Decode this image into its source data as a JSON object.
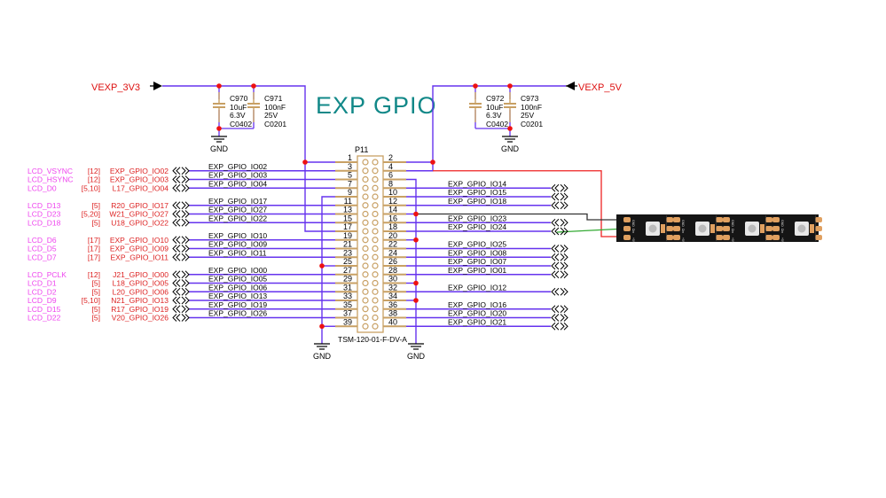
{
  "title": "EXP GPIO",
  "colors": {
    "wire": "#6633ee",
    "pin": "#c8a064",
    "junction": "#ee1111",
    "power_label": "#dd1111",
    "net_label": "#dd2222",
    "lcd_label": "#ee44ee",
    "title": "#118888",
    "red_wire": "#ee2222",
    "black_wire": "#333333",
    "green_wire": "#33aa33",
    "strip": "#151515",
    "pad": "#e0a060"
  },
  "power": {
    "left": {
      "label": "VEXP_3V3"
    },
    "right": {
      "label": "VEXP_5V"
    }
  },
  "capacitors": [
    {
      "ref": "C970",
      "value": "10uF",
      "voltage": "6.3V",
      "package": "C0402"
    },
    {
      "ref": "C971",
      "value": "100nF",
      "voltage": "25V",
      "package": "C0201"
    },
    {
      "ref": "C972",
      "value": "10uF",
      "voltage": "6.3V",
      "package": "C0402"
    },
    {
      "ref": "C973",
      "value": "100nF",
      "voltage": "25V",
      "package": "C0201"
    }
  ],
  "gnd_label": "GND",
  "connector": {
    "ref": "P11",
    "part": "TSM-120-01-F-DV-A",
    "left_pins": [
      "1",
      "3",
      "5",
      "7",
      "9",
      "11",
      "13",
      "15",
      "17",
      "19",
      "21",
      "23",
      "25",
      "27",
      "29",
      "31",
      "33",
      "35",
      "37",
      "39"
    ],
    "right_pins": [
      "2",
      "4",
      "6",
      "8",
      "10",
      "12",
      "14",
      "16",
      "18",
      "20",
      "22",
      "24",
      "26",
      "28",
      "30",
      "32",
      "34",
      "36",
      "38",
      "40"
    ]
  },
  "left_nets": [
    {
      "pin": 3,
      "net": "EXP_GPIO_IO02",
      "lcd": "LCD_VSYNC",
      "page": "[12]",
      "fpga": "EXP_GPIO_IO02"
    },
    {
      "pin": 5,
      "net": "EXP_GPIO_IO03",
      "lcd": "LCD_HSYNC",
      "page": "[12]",
      "fpga": "EXP_GPIO_IO03"
    },
    {
      "pin": 7,
      "net": "EXP_GPIO_IO04",
      "lcd": "LCD_D0",
      "page": "[5,10]",
      "fpga": "L17_GPIO_IO04"
    },
    {
      "pin": 11,
      "net": "EXP_GPIO_IO17",
      "lcd": "LCD_D13",
      "page": "[5]",
      "fpga": "R20_GPIO_IO17"
    },
    {
      "pin": 13,
      "net": "EXP_GPIO_IO27",
      "lcd": "LCD_D23",
      "page": "[5,20]",
      "fpga": "W21_GPIO_IO27"
    },
    {
      "pin": 15,
      "net": "EXP_GPIO_IO22",
      "lcd": "LCD_D18",
      "page": "[5]",
      "fpga": "U18_GPIO_IO22"
    },
    {
      "pin": 19,
      "net": "EXP_GPIO_IO10",
      "lcd": "LCD_D6",
      "page": "[17]",
      "fpga": "EXP_GPIO_IO10"
    },
    {
      "pin": 21,
      "net": "EXP_GPIO_IO09",
      "lcd": "LCD_D5",
      "page": "[17]",
      "fpga": "EXP_GPIO_IO09"
    },
    {
      "pin": 23,
      "net": "EXP_GPIO_IO11",
      "lcd": "LCD_D7",
      "page": "[17]",
      "fpga": "EXP_GPIO_IO11"
    },
    {
      "pin": 27,
      "net": "EXP_GPIO_IO00",
      "lcd": "LCD_PCLK",
      "page": "[12]",
      "fpga": "J21_GPIO_IO00"
    },
    {
      "pin": 29,
      "net": "EXP_GPIO_IO05",
      "lcd": "LCD_D1",
      "page": "[5]",
      "fpga": "L18_GPIO_IO05"
    },
    {
      "pin": 31,
      "net": "EXP_GPIO_IO06",
      "lcd": "LCD_D2",
      "page": "[5]",
      "fpga": "L20_GPIO_IO06"
    },
    {
      "pin": 33,
      "net": "EXP_GPIO_IO13",
      "lcd": "LCD_D9",
      "page": "[5,10]",
      "fpga": "N21_GPIO_IO13"
    },
    {
      "pin": 35,
      "net": "EXP_GPIO_IO19",
      "lcd": "LCD_D15",
      "page": "[5]",
      "fpga": "R17_GPIO_IO19"
    },
    {
      "pin": 37,
      "net": "EXP_GPIO_IO26",
      "lcd": "LCD_D22",
      "page": "[5]",
      "fpga": "V20_GPIO_IO26"
    }
  ],
  "right_nets": [
    {
      "pin": 8,
      "net": "EXP_GPIO_IO14"
    },
    {
      "pin": 10,
      "net": "EXP_GPIO_IO15"
    },
    {
      "pin": 12,
      "net": "EXP_GPIO_IO18"
    },
    {
      "pin": 16,
      "net": "EXP_GPIO_IO23"
    },
    {
      "pin": 18,
      "net": "EXP_GPIO_IO24"
    },
    {
      "pin": 22,
      "net": "EXP_GPIO_IO25"
    },
    {
      "pin": 24,
      "net": "EXP_GPIO_IO08"
    },
    {
      "pin": 26,
      "net": "EXP_GPIO_IO07"
    },
    {
      "pin": 28,
      "net": "EXP_GPIO_IO01"
    },
    {
      "pin": 32,
      "net": "EXP_GPIO_IO12"
    },
    {
      "pin": 36,
      "net": "EXP_GPIO_IO16"
    },
    {
      "pin": 38,
      "net": "EXP_GPIO_IO20"
    },
    {
      "pin": 40,
      "net": "EXP_GPIO_IO21"
    }
  ],
  "led_strip": {
    "pad_labels": [
      "GND",
      "Din",
      "+5V"
    ],
    "pad_labels_out": [
      "GND",
      "Do",
      "+5V"
    ],
    "led_count": 4
  }
}
